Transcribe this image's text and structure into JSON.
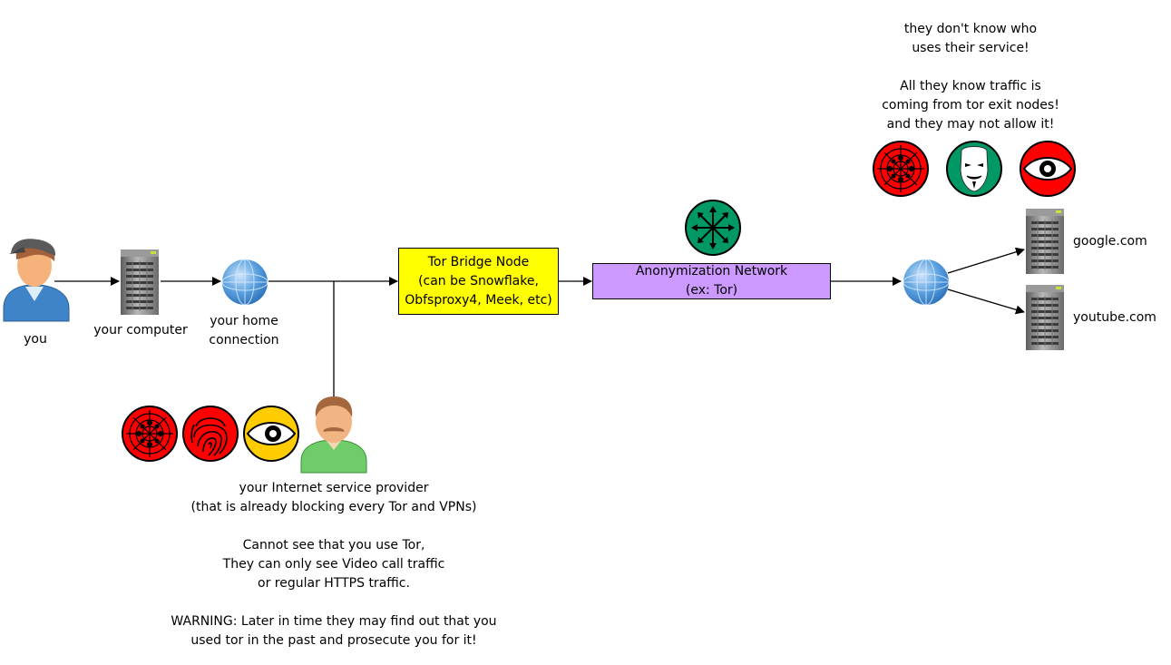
{
  "nodes": {
    "you": {
      "label": "you"
    },
    "computer": {
      "label": "your computer"
    },
    "home": {
      "label": "your home\nconnection"
    },
    "bridge": {
      "label": "Tor Bridge Node\n(can be Snowflake,\nObfsproxy4, Meek, etc)",
      "fill": "#ffff00"
    },
    "network": {
      "label": "Anonymization Network\n(ex: Tor)",
      "fill": "#cc99ff"
    },
    "google": {
      "label": "google.com"
    },
    "youtube": {
      "label": "youtube.com"
    }
  },
  "isp": {
    "text": "your Internet service provider\n(that is already blocking every Tor and VPNs)\n\nCannot see that you use Tor,\nThey can only see Video call traffic\nor regular HTTPS traffic.\n\nWARNING: Later in time they may find out that you\nused tor in the past and prosecute you for it!",
    "icons": [
      "spider-web-red",
      "fingerprint-red",
      "eye-yellow"
    ]
  },
  "exit": {
    "text": "they don't know who\nuses their service!\n\nAll they know traffic is\ncoming from tor exit nodes!\nand they may not allow it!",
    "icons": [
      "spider-web-red",
      "anonymous-mask-green",
      "eye-red"
    ]
  },
  "network_icon": "tor-compass-green",
  "colors": {
    "red": "#ff0000",
    "green": "#009966",
    "yellow": "#ffcc00",
    "bridge": "#ffff00",
    "network": "#cc99ff",
    "globe": "#3d8fd6",
    "server": "#8a8a8a"
  }
}
